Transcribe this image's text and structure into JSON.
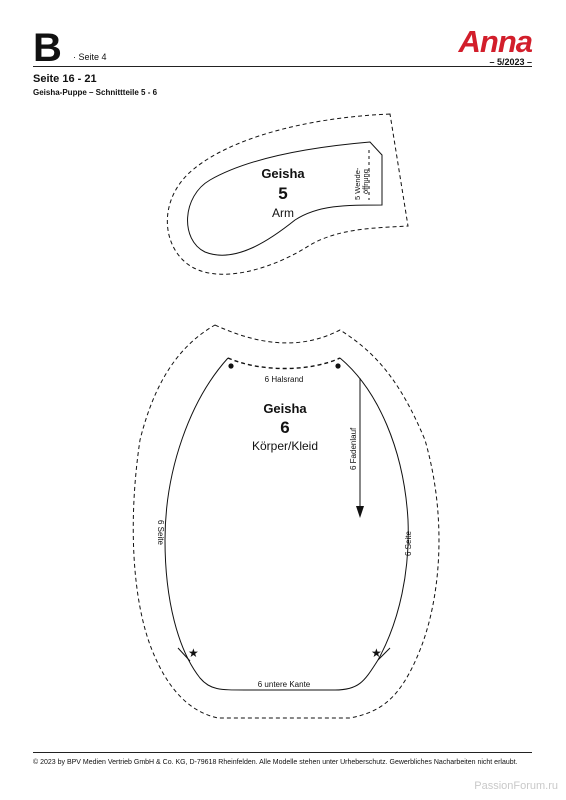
{
  "header": {
    "section_letter": "B",
    "page_label": "· Seite 4",
    "brand": "Anna",
    "issue": "– 5/2023 –"
  },
  "section": {
    "title": "Seite 16 - 21",
    "subtitle": "Geisha-Puppe – Schnittteile 5 - 6"
  },
  "piece5": {
    "name": "Geisha",
    "number": "5",
    "label": "Arm",
    "opening_line1": "5 Wende-",
    "opening_line2": "öffnung"
  },
  "piece6": {
    "name": "Geisha",
    "number": "6",
    "label": "Körper/Kleid",
    "neck": "6  Halsrand",
    "grain": "6  Fadenlauf",
    "side_left": "6  Seite",
    "side_right": "6  Seite",
    "bottom": "6  untere Kante"
  },
  "footer": {
    "copyright": "© 2023 by BPV Medien Vertrieb GmbH & Co. KG, D-79618 Rheinfelden. Alle Modelle stehen unter Urheberschutz. Gewerbliches Nacharbeiten nicht erlaubt."
  },
  "watermark": "PassionForum.ru"
}
